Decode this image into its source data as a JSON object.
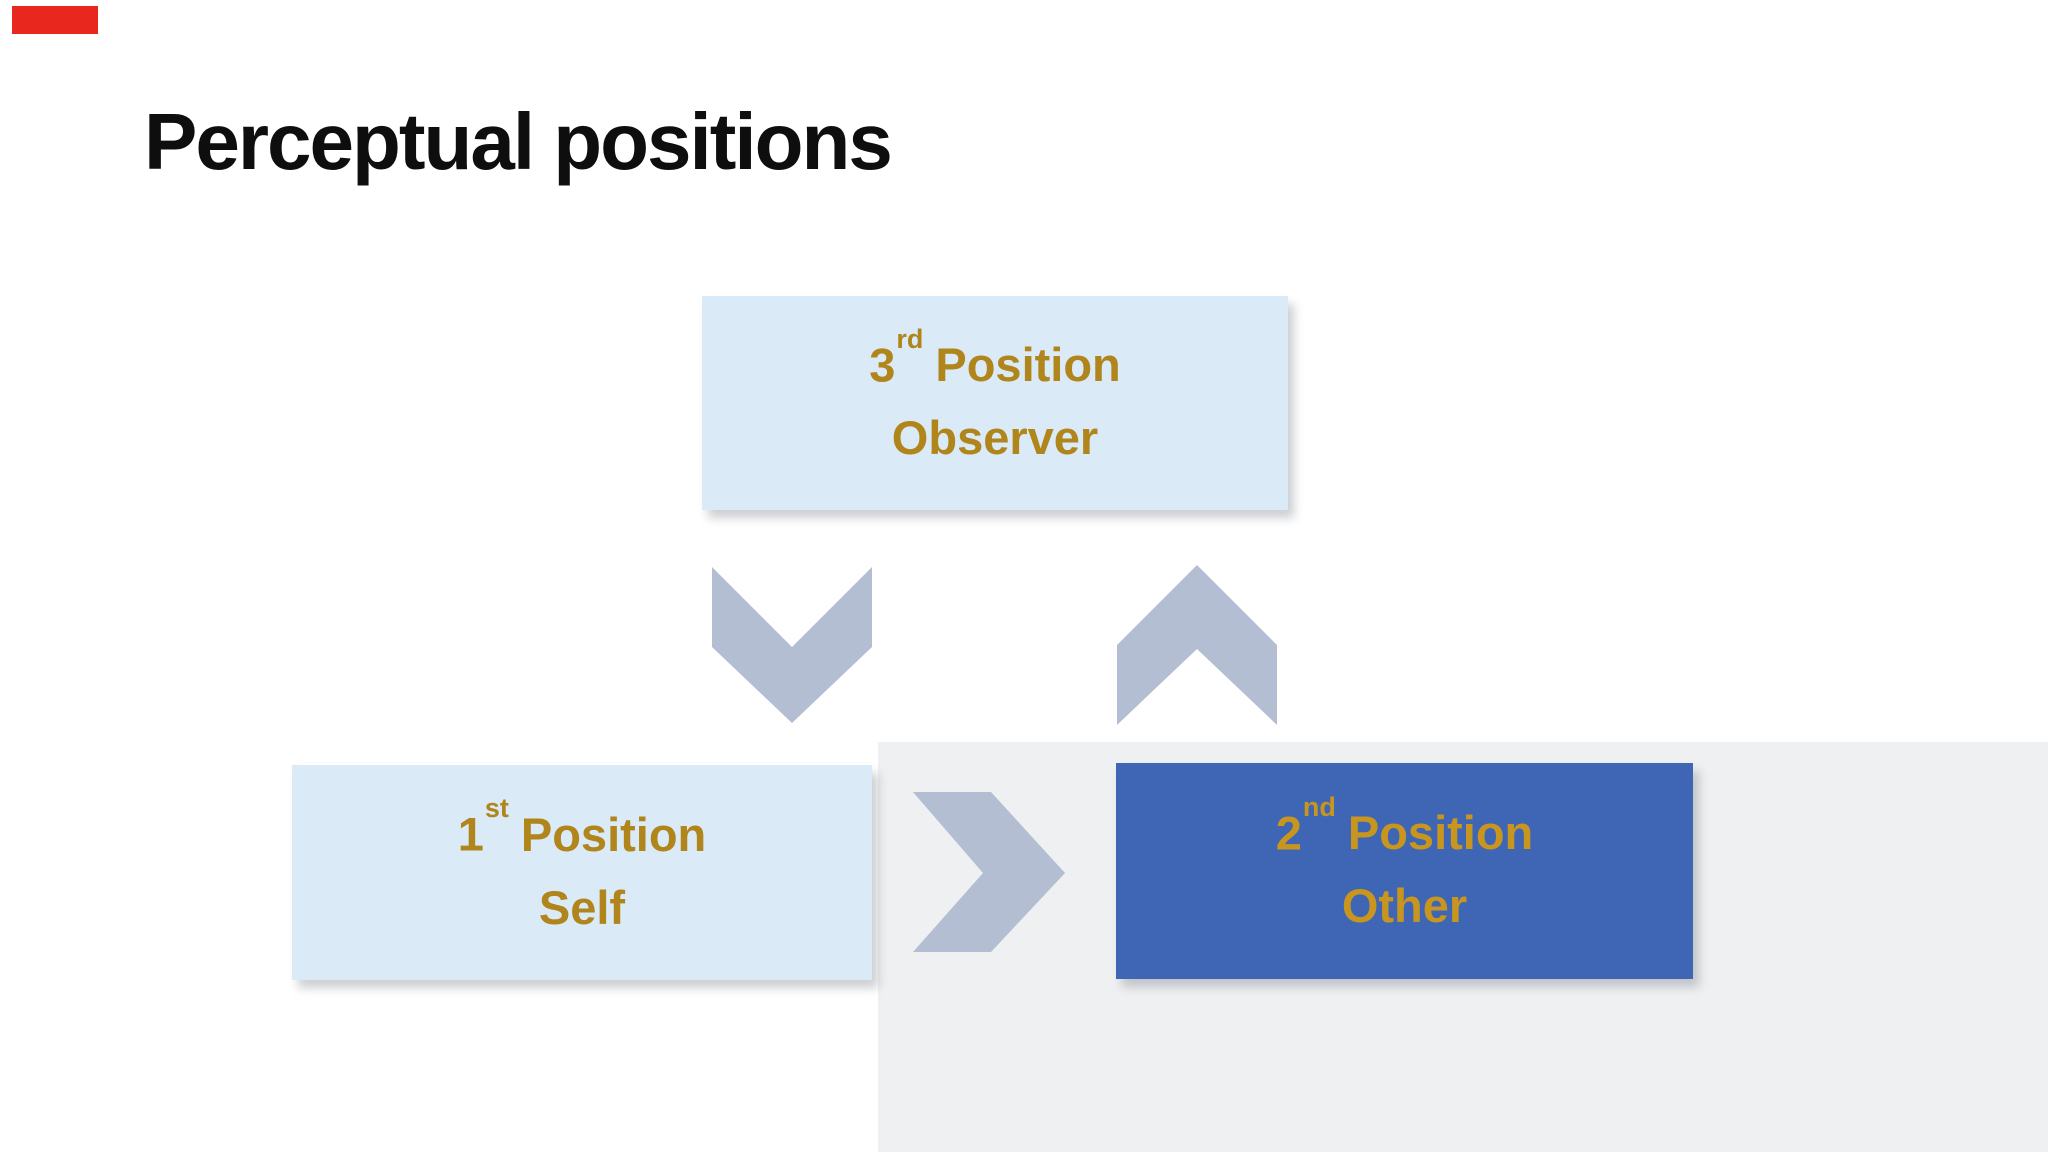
{
  "slide": {
    "title": "Perceptual positions"
  },
  "colors": {
    "background": "#ffffff",
    "title_text": "#0e0e0e",
    "light_box_fill": "#daeaf6",
    "dark_box_fill": "#3e66b4",
    "gold_text": "#b0851b",
    "gold_text_on_dark": "#c8961e",
    "chevron_fill": "#b3bed2",
    "recording_bar": "#e8271e",
    "corner_region": "#eef0f2"
  },
  "diagram": {
    "boxes": [
      {
        "id": "third-position",
        "ordinal": "3",
        "ordinal_suffix": "rd",
        "label": "Position",
        "sublabel": "Observer",
        "variant": "light"
      },
      {
        "id": "first-position",
        "ordinal": "1",
        "ordinal_suffix": "st",
        "label": "Position",
        "sublabel": "Self",
        "variant": "light"
      },
      {
        "id": "second-position",
        "ordinal": "2",
        "ordinal_suffix": "nd",
        "label": "Position",
        "sublabel": "Other",
        "variant": "dark"
      }
    ],
    "connectors": [
      {
        "direction": "down"
      },
      {
        "direction": "up"
      },
      {
        "direction": "right"
      }
    ]
  }
}
